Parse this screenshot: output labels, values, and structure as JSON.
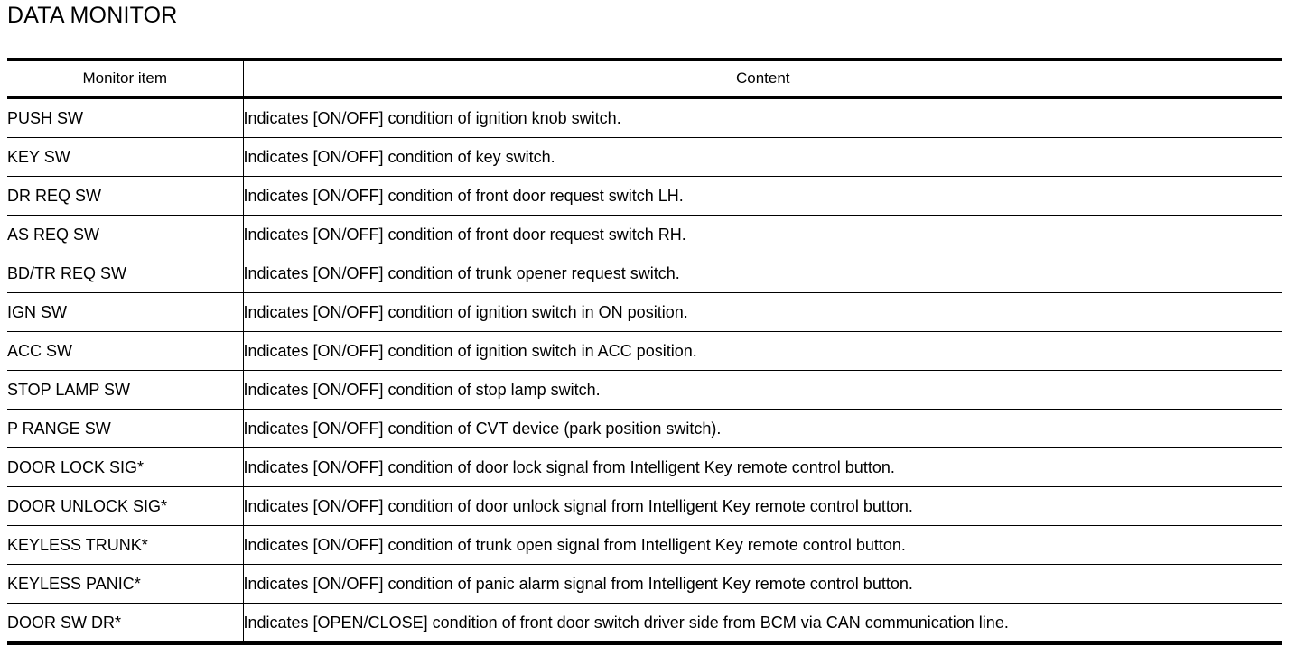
{
  "page": {
    "title": "DATA MONITOR"
  },
  "table": {
    "columns": [
      {
        "key": "monitor_item",
        "label": "Monitor item"
      },
      {
        "key": "content",
        "label": "Content"
      }
    ],
    "rows": [
      {
        "monitor_item": "PUSH SW",
        "content": "Indicates [ON/OFF] condition of ignition knob switch."
      },
      {
        "monitor_item": "KEY SW",
        "content": "Indicates [ON/OFF] condition of key switch."
      },
      {
        "monitor_item": "DR REQ SW",
        "content": "Indicates [ON/OFF] condition of front door request switch LH."
      },
      {
        "monitor_item": "AS REQ SW",
        "content": "Indicates [ON/OFF] condition of front door request switch RH."
      },
      {
        "monitor_item": "BD/TR REQ SW",
        "content": "Indicates [ON/OFF] condition of trunk opener request switch."
      },
      {
        "monitor_item": "IGN SW",
        "content": "Indicates [ON/OFF] condition of ignition switch in ON position."
      },
      {
        "monitor_item": "ACC SW",
        "content": "Indicates [ON/OFF] condition of ignition switch in ACC position."
      },
      {
        "monitor_item": "STOP LAMP SW",
        "content": "Indicates [ON/OFF] condition of stop lamp switch."
      },
      {
        "monitor_item": "P RANGE SW",
        "content": "Indicates [ON/OFF] condition of CVT device (park position switch)."
      },
      {
        "monitor_item": "DOOR LOCK SIG*",
        "content": "Indicates [ON/OFF] condition of door lock signal from Intelligent Key remote control button."
      },
      {
        "monitor_item": "DOOR UNLOCK SIG*",
        "content": "Indicates [ON/OFF] condition of door unlock signal from Intelligent Key remote control button."
      },
      {
        "monitor_item": "KEYLESS TRUNK*",
        "content": "Indicates [ON/OFF] condition of trunk open signal from Intelligent Key remote control button."
      },
      {
        "monitor_item": "KEYLESS PANIC*",
        "content": "Indicates [ON/OFF] condition of panic alarm signal from Intelligent Key remote control button."
      },
      {
        "monitor_item": "DOOR SW DR*",
        "content": "Indicates [OPEN/CLOSE] condition of front door switch driver side from BCM via CAN communication line."
      }
    ]
  }
}
